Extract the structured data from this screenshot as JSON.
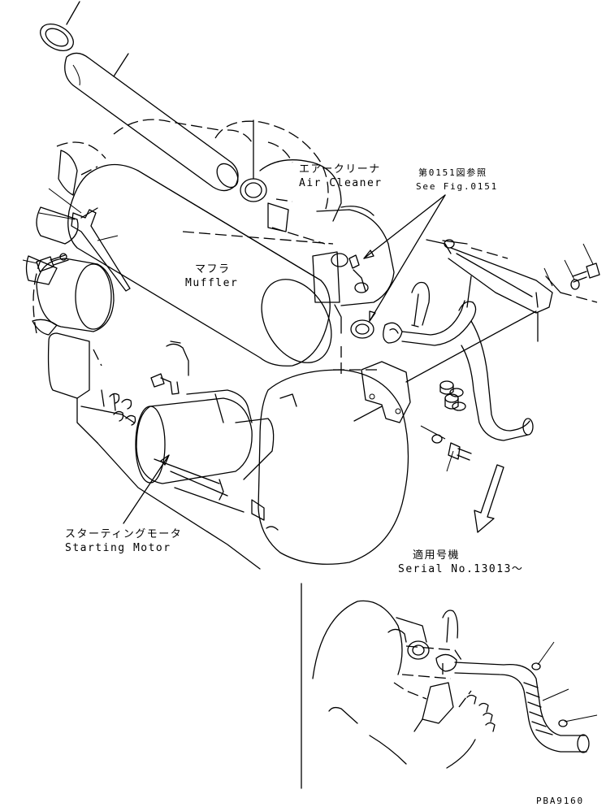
{
  "labels": {
    "air_cleaner_jp": "エアークリーナ",
    "air_cleaner_en": "Air Cleaner",
    "see_fig_jp": "第0151図参照",
    "see_fig_en": "See Fig.0151",
    "muffler_jp": "マフラ",
    "muffler_en": "Muffler",
    "starting_motor_jp": "スターティングモータ",
    "starting_motor_en": "Starting Motor",
    "serial_jp": "適用号機",
    "serial_en": "Serial No.13013～",
    "figure_code": "PBA9160"
  }
}
